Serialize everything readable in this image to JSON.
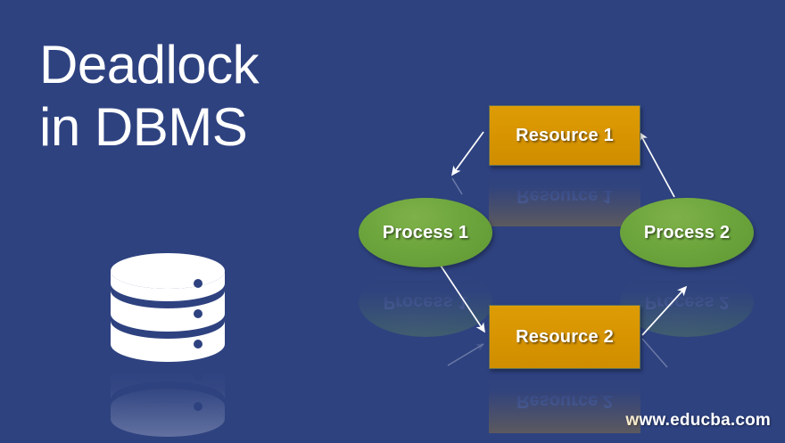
{
  "page": {
    "background_color": "#2e4280",
    "title_lines": [
      "Deadlock",
      "in DBMS"
    ],
    "site_url": "www.educba.com"
  },
  "icons": {
    "database": "database-cylinder-icon"
  },
  "diagram": {
    "type": "deadlock-cycle",
    "nodes": [
      {
        "id": "resource-1",
        "label": "Resource 1",
        "shape": "rectangle",
        "color": "#d79400"
      },
      {
        "id": "process-1",
        "label": "Process 1",
        "shape": "ellipse",
        "color": "#6da63d"
      },
      {
        "id": "resource-2",
        "label": "Resource 2",
        "shape": "rectangle",
        "color": "#d79400"
      },
      {
        "id": "process-2",
        "label": "Process 2",
        "shape": "ellipse",
        "color": "#6da63d"
      }
    ],
    "edges": [
      {
        "from": "resource-1",
        "to": "process-1"
      },
      {
        "from": "process-1",
        "to": "resource-2"
      },
      {
        "from": "resource-2",
        "to": "process-2"
      },
      {
        "from": "process-2",
        "to": "resource-1"
      }
    ],
    "arrow_color": "#ffffff"
  }
}
